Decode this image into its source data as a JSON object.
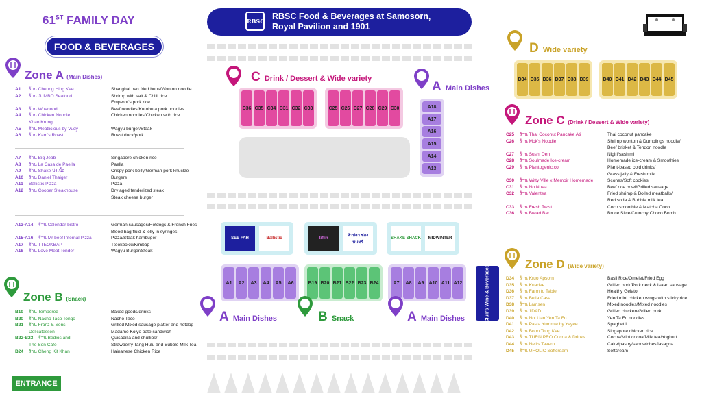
{
  "header": {
    "title_num": "61",
    "title_sup": "ST",
    "title_rest": " FAMILY DAY",
    "food": "FOOD & BEVERAGES",
    "banner_line1": "RBSC Food & Beverages at Samosorn,",
    "banner_line2": "Royal Pavilion and 1901",
    "logo": "RBSC",
    "entrance": "ENTRANCE"
  },
  "zoneA": {
    "name": "Zone A",
    "sub": "(Main Dishes)",
    "rows": [
      [
        "A1",
        "ร้าน Cheung Hing Kee",
        "Shanghai pan fried buns/Wonton noodle"
      ],
      [
        "A2",
        "ร้าน JUMBO Seafood",
        "Shrimp with salt & Chilli rice"
      ],
      [
        "",
        "",
        "Emperor's pork rice"
      ],
      [
        "A3",
        "ร้าน Wuanood",
        "Beef noodles/Kurobuta pork noodles"
      ],
      [
        "A4",
        "ร้าน Chicken Noodle",
        "Chicken noodles/Chicken with rice"
      ],
      [
        "",
        "Khao Krung",
        ""
      ],
      [
        "A5",
        "ร้าน Meatlicious by Vudy",
        "Wagyu burger/Steak"
      ],
      [
        "A6",
        "ร้าน Kam's Roast",
        "Roast duck/pork"
      ]
    ],
    "rows2": [
      [
        "A7",
        "ร้าน Big Jeab",
        "Singapore chicken rice"
      ],
      [
        "A8",
        "ร้าน La Casa de Paella",
        "Paella"
      ],
      [
        "A9",
        "ร้าน Shake ปังเนื้อ",
        "Crispy pork belly/German pork knuckle"
      ],
      [
        "A10",
        "ร้าน Daniel Thaiger",
        "Burgers"
      ],
      [
        "A11",
        "Ballistic Pizza",
        "Pizza"
      ],
      [
        "A12",
        "ร้าน Cooper Steakhouse",
        "Dry aged tenderized steak"
      ],
      [
        "",
        "",
        "Steak cheese burger"
      ]
    ],
    "rows3": [
      [
        "A13-A14",
        "ร้าน Calendar bistro",
        "German sausages/Hotdogs & French Fries"
      ],
      [
        "",
        "",
        "Blood bag fluid & jelly in syringes"
      ],
      [
        "A15-A16",
        "ร้าน Mr beef Internal Pizza",
        "Pizza/Steak hambuger"
      ],
      [
        "A17",
        "ร้าน TTEOKBAP",
        "Tteokbokki/Kimbap"
      ],
      [
        "A18",
        "ร้าน Love Meat Tender",
        "Wagyu Burger/Steak"
      ]
    ]
  },
  "zoneB": {
    "name": "Zone B",
    "sub": "(Snack)",
    "rows": [
      [
        "B19",
        "ร้าน Tempered",
        "Baked goods/drinks"
      ],
      [
        "B20",
        "ร้าน Nacho Taco Tongo",
        "Nacho Taco"
      ],
      [
        "B21",
        "ร้าน Franz & Sons",
        "Grilled Mixed sausage platter and hotdog"
      ],
      [
        "",
        "Delicatessen",
        "Madame Koiyo pate sandwich"
      ],
      [
        "B22-B23",
        "ร้าน Bedios and",
        "Quisadilla and shullios/"
      ],
      [
        "",
        "The Son Cafe",
        "Strawberry Tang Hulu and Bubble Milk Tea"
      ],
      [
        "B24",
        "ร้าน Cheng Kit Khan",
        "Hainanese Chicken Rice"
      ]
    ]
  },
  "zoneC": {
    "name": "Zone C",
    "sub": "(Drink / Dessert & Wide variety)",
    "rows": [
      [
        "C25",
        "ร้าน Thai Coconut Pancake Ati",
        "Thai coconut pancake"
      ],
      [
        "C26",
        "ร้าน Mok's Noodle",
        "Shrimp wonton & Dumplings noodle/"
      ],
      [
        "",
        "",
        "Beef brisket & Tendon noodle"
      ],
      [
        "C27",
        "ร้าน Sushi Den",
        "Nigiri/sashimi"
      ],
      [
        "C28",
        "ร้าน Soulmade Ice-cream",
        "Homemade ice-cream & Smoothies"
      ],
      [
        "C29",
        "ร้าน Plantogenic.co",
        "Plant-based cold drinks/"
      ],
      [
        "",
        "",
        "Grass jelly & Fresh milk"
      ],
      [
        "C30",
        "ร้าน Witty Ville x Memoir Homemade",
        "Scones/Soft cookies"
      ],
      [
        "C31",
        "ร้าน No Nuea",
        "Beef rice bowl/Grilled sausage"
      ],
      [
        "C32",
        "ร้าน Valentea",
        "Fried shrimp & Boiled meatballs/"
      ],
      [
        "",
        "",
        "Red soda & Bubble milk tea"
      ],
      [
        "C33",
        "ร้าน Fresh Twist",
        "Coco smoothie & Matcha Coco"
      ],
      [
        "C36",
        "ร้าน Bread Bar",
        "Bruce Slice/Crunchy Choco Bomb"
      ]
    ]
  },
  "zoneD": {
    "name": "Zone D",
    "sub": "(Wide variety)",
    "rows": [
      [
        "D34",
        "ร้าน Kruo Apsorn",
        "Basil Rice/Omelet/Fried Egg"
      ],
      [
        "D35",
        "ร้าน Kuadee",
        "Grilled pork/Pork neck & Isaan sausage"
      ],
      [
        "D36",
        "ร้าน Farm to Table",
        "Healthy Gelato"
      ],
      [
        "D37",
        "ร้าน Bella Casa",
        "Fried mini chicken wings with sticky rice"
      ],
      [
        "D38",
        "ร้าน Lamsen",
        "Mixed noodles/Mixed noodles"
      ],
      [
        "D39",
        "ร้าน 1DAD",
        "Grilled chicken/Grilled pork"
      ],
      [
        "D40",
        "ร้าน Noi Uan Yen Ta Fo",
        "Yen Ta Fo noodles"
      ],
      [
        "D41",
        "ร้าน Pasta Yummie by Yayee",
        "Spaghetti"
      ],
      [
        "D42",
        "ร้าน Boon Tong Kee",
        "Singapore chicken rice"
      ],
      [
        "D43",
        "ร้าน TURN PRO Cocoa & Drinks",
        "Cocoa/Mint cocoa/Milk tea/Yoghurt"
      ],
      [
        "D44",
        "ร้าน Neil's Tavern",
        "Cake/pastry/sandwiches/lasagna"
      ],
      [
        "D45",
        "ร้าน UHOLIC Softcream",
        "Softcream"
      ]
    ]
  },
  "map": {
    "c_label_letter": "C",
    "c_label_text": "Drink / Dessert & Wide variety",
    "c_stalls_left": [
      "C36",
      "C35",
      "C34",
      "C31",
      "C32",
      "C33"
    ],
    "c_stalls_right": [
      "C25",
      "C26",
      "C27",
      "C28",
      "C29",
      "C30"
    ],
    "a_top_letter": "A",
    "a_top_text": "Main Dishes",
    "a_column": [
      "A18",
      "A17",
      "A16",
      "A15",
      "A14",
      "A13"
    ],
    "d_label_letter": "D",
    "d_label_text": "Wide variety",
    "d_left": [
      "D34",
      "D35",
      "D36",
      "D37",
      "D38",
      "D39"
    ],
    "d_right": [
      "D40",
      "D41",
      "D42",
      "D43",
      "D44",
      "D45"
    ],
    "a_left": [
      "A1",
      "A2",
      "A3",
      "A4",
      "A5",
      "A6"
    ],
    "b_mid": [
      "B19",
      "B20",
      "B21",
      "B22",
      "B23",
      "B24"
    ],
    "a_right": [
      "A7",
      "A8",
      "A9",
      "A10",
      "A11",
      "A12"
    ],
    "bl_a_letter": "A",
    "bl_a_text": "Main Dishes",
    "bl_b_letter": "B",
    "bl_b_text": "Snack",
    "bl_a2_letter": "A",
    "bl_a2_text": "Main Dishes",
    "club": "Club's Wine & Beverages",
    "shops": [
      "SEE FAH",
      "Ballistic",
      "tiffin",
      "หัวปลา ช่องนนทรี",
      "SHAKE SHACK",
      "MIDWINTER"
    ]
  },
  "colors": {
    "purple": "#7e3fc7",
    "blue": "#1d1f9e",
    "green": "#2e9a3c",
    "magenta": "#c4167a",
    "gold": "#c9a227"
  }
}
